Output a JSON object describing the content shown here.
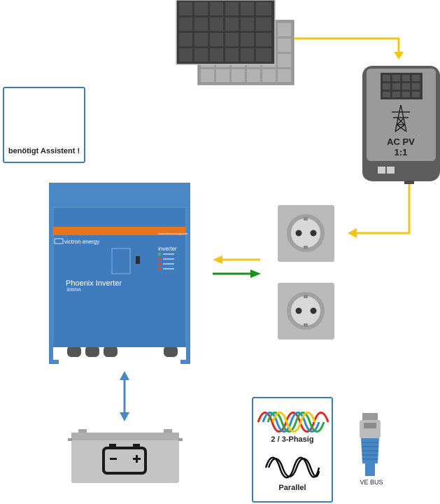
{
  "laptop": {
    "label": "benötigt Assistent !"
  },
  "ac_pv": {
    "line1": "AC PV",
    "line2": "1:1"
  },
  "inverter": {
    "brand": "victron energy",
    "url": "www.victronenergy.com",
    "section": "inverter",
    "model": "Phoenix Inverter",
    "power": "3000VA"
  },
  "info_box": {
    "phase_label": "2 / 3-Phasig",
    "parallel_label": "Parallel"
  },
  "ve_bus": {
    "label": "VE BUS"
  },
  "colors": {
    "victron_blue": "#4a87c5",
    "victron_orange": "#e8731e",
    "ac_line_yellow": "#f3c614",
    "flow_green": "#19921b",
    "panel_dark": "#4a4a4a",
    "socket_gray": "#b9b9b9",
    "battery_gray": "#c4c4c4"
  }
}
